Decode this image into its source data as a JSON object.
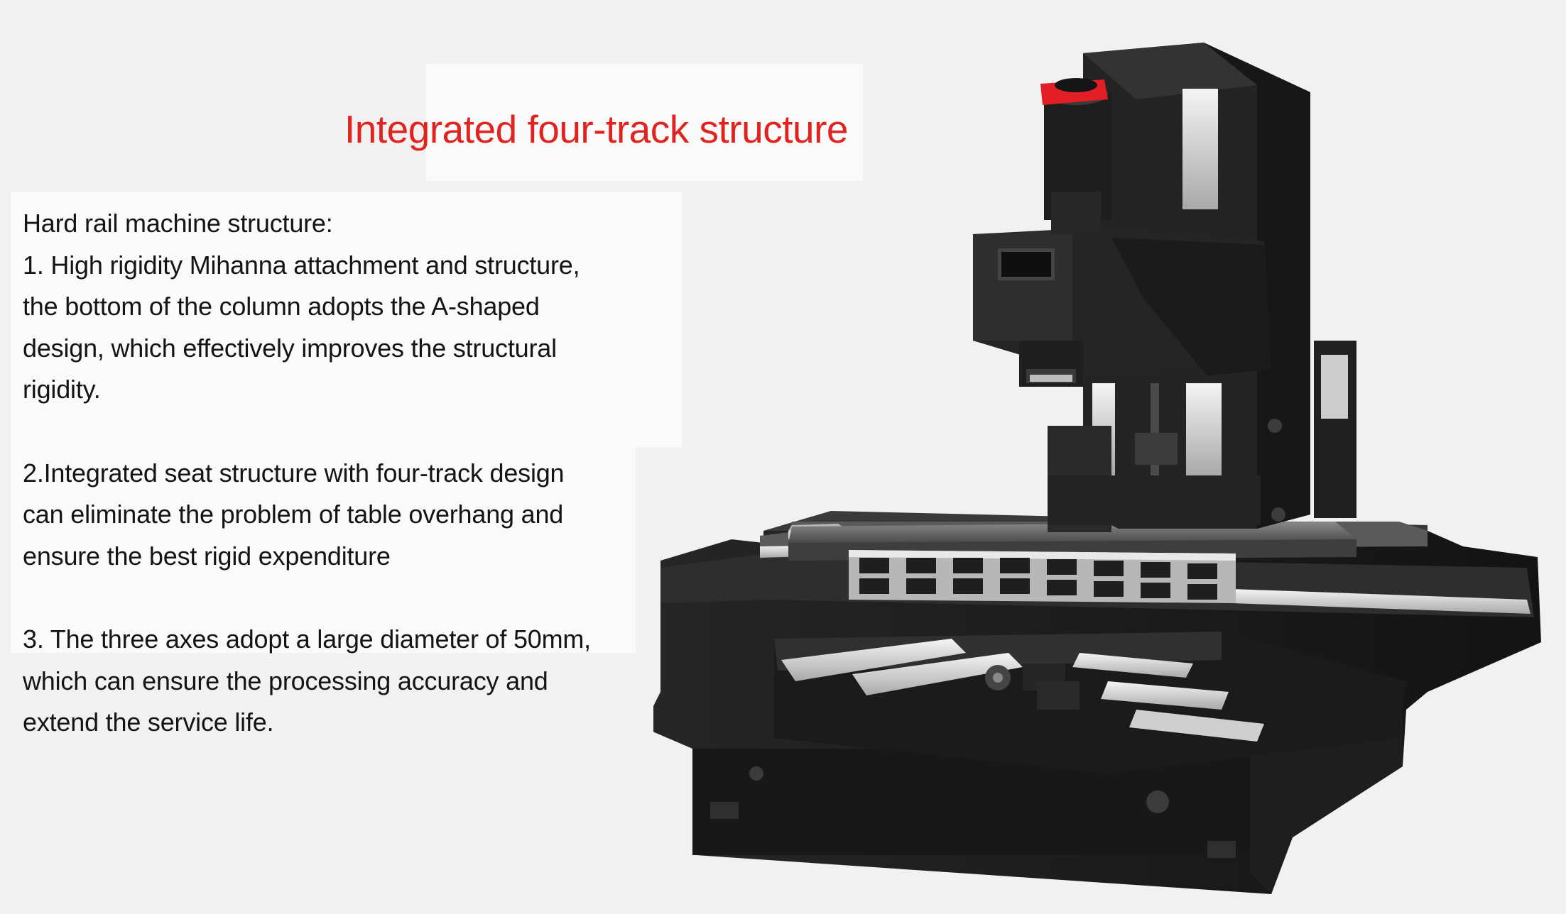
{
  "title": "Integrated four-track structure",
  "description": {
    "heading": "Hard rail machine structure:",
    "point1_lines": [
      "1. High rigidity Mihanna attachment and structure,",
      "the bottom of the column adopts the A-shaped",
      "design, which effectively improves the structural",
      "rigidity."
    ],
    "point2_lines": [
      "2.Integrated seat structure with four-track design",
      "can eliminate the problem of table overhang and",
      "ensure the best rigid expenditure"
    ],
    "point3_lines": [
      "3. The three axes adopt a large diameter of 50mm,",
      "which can ensure the processing accuracy and",
      "extend the service life."
    ]
  },
  "colors": {
    "title": "#e0231f",
    "text": "#141414",
    "background": "#f1f1f1",
    "machine_body": "#1c1c1c",
    "accent_red": "#e31e24"
  },
  "image": {
    "subject": "vertical machining center with four-track bed"
  }
}
